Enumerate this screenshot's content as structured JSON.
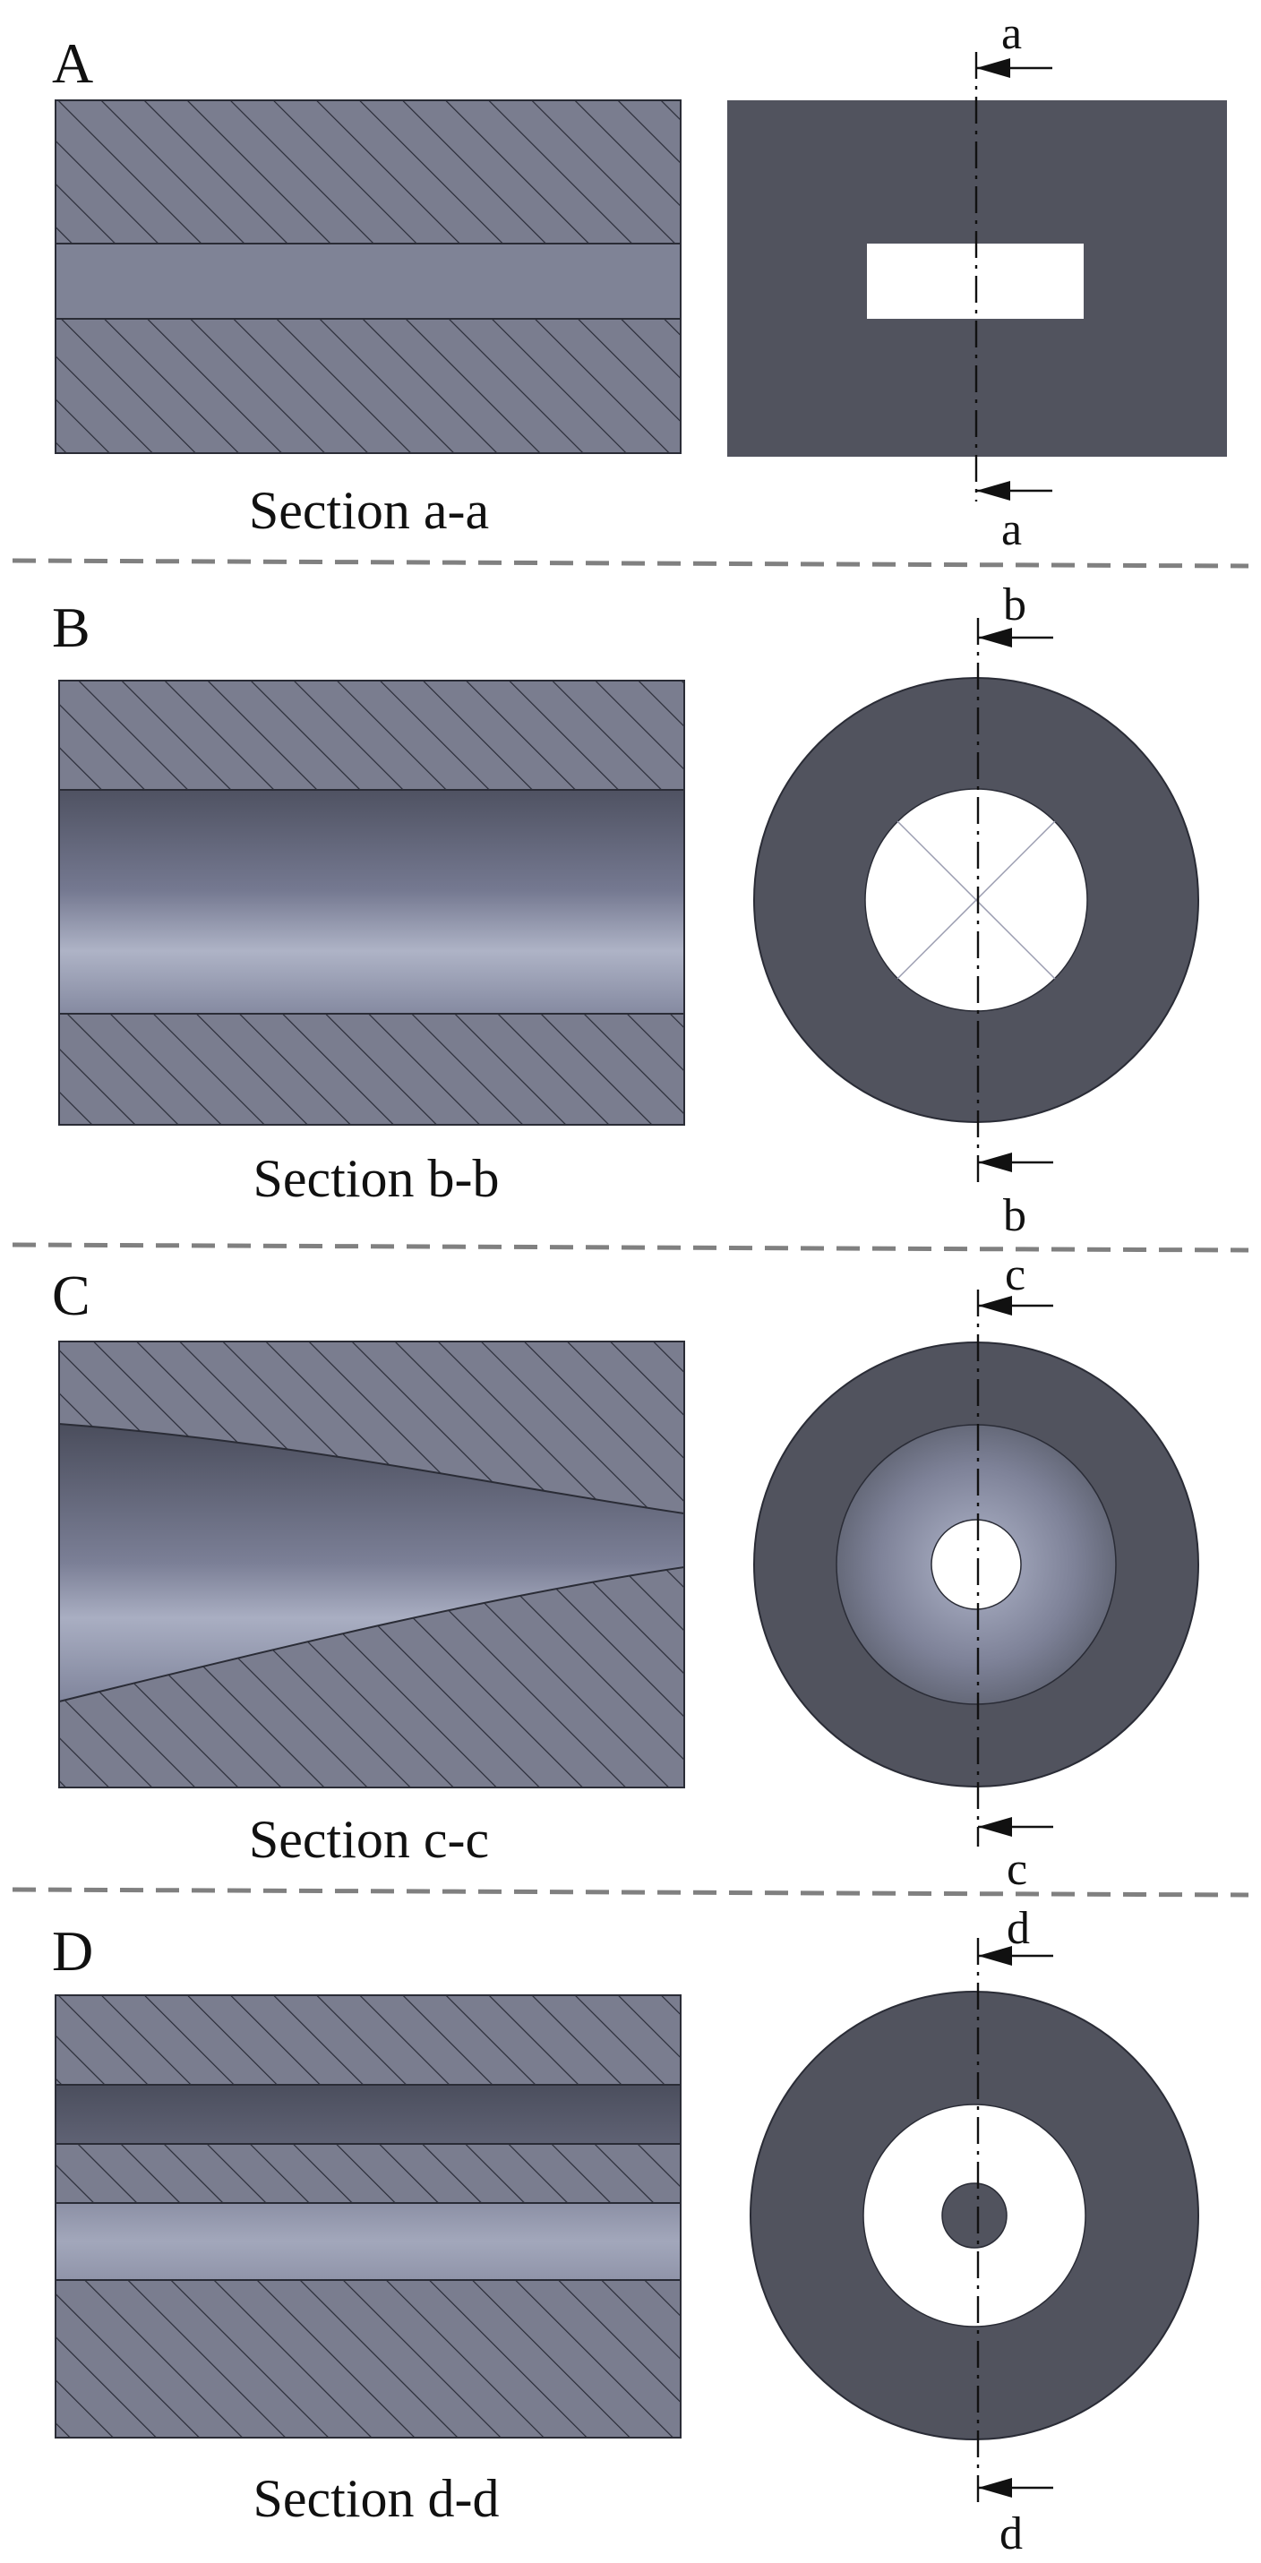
{
  "colors": {
    "hatch_bg": "#7a7d8f",
    "hatch_line": "#2a2c38",
    "solid_face": "#51535e",
    "bore_face": "#8a8ea3",
    "outline": "#2a2c36",
    "divider": "#808080",
    "background": "#ffffff"
  },
  "panels": [
    {
      "letter": "A",
      "caption": "Section a-a",
      "cut_label": "a",
      "shape": "rectangular-slot"
    },
    {
      "letter": "B",
      "caption": "Section b-b",
      "cut_label": "b",
      "shape": "straight-cylinder"
    },
    {
      "letter": "C",
      "caption": "Section c-c",
      "cut_label": "c",
      "shape": "convergent-cone"
    },
    {
      "letter": "D",
      "caption": "Section d-d",
      "cut_label": "d",
      "shape": "annular-core"
    }
  ]
}
